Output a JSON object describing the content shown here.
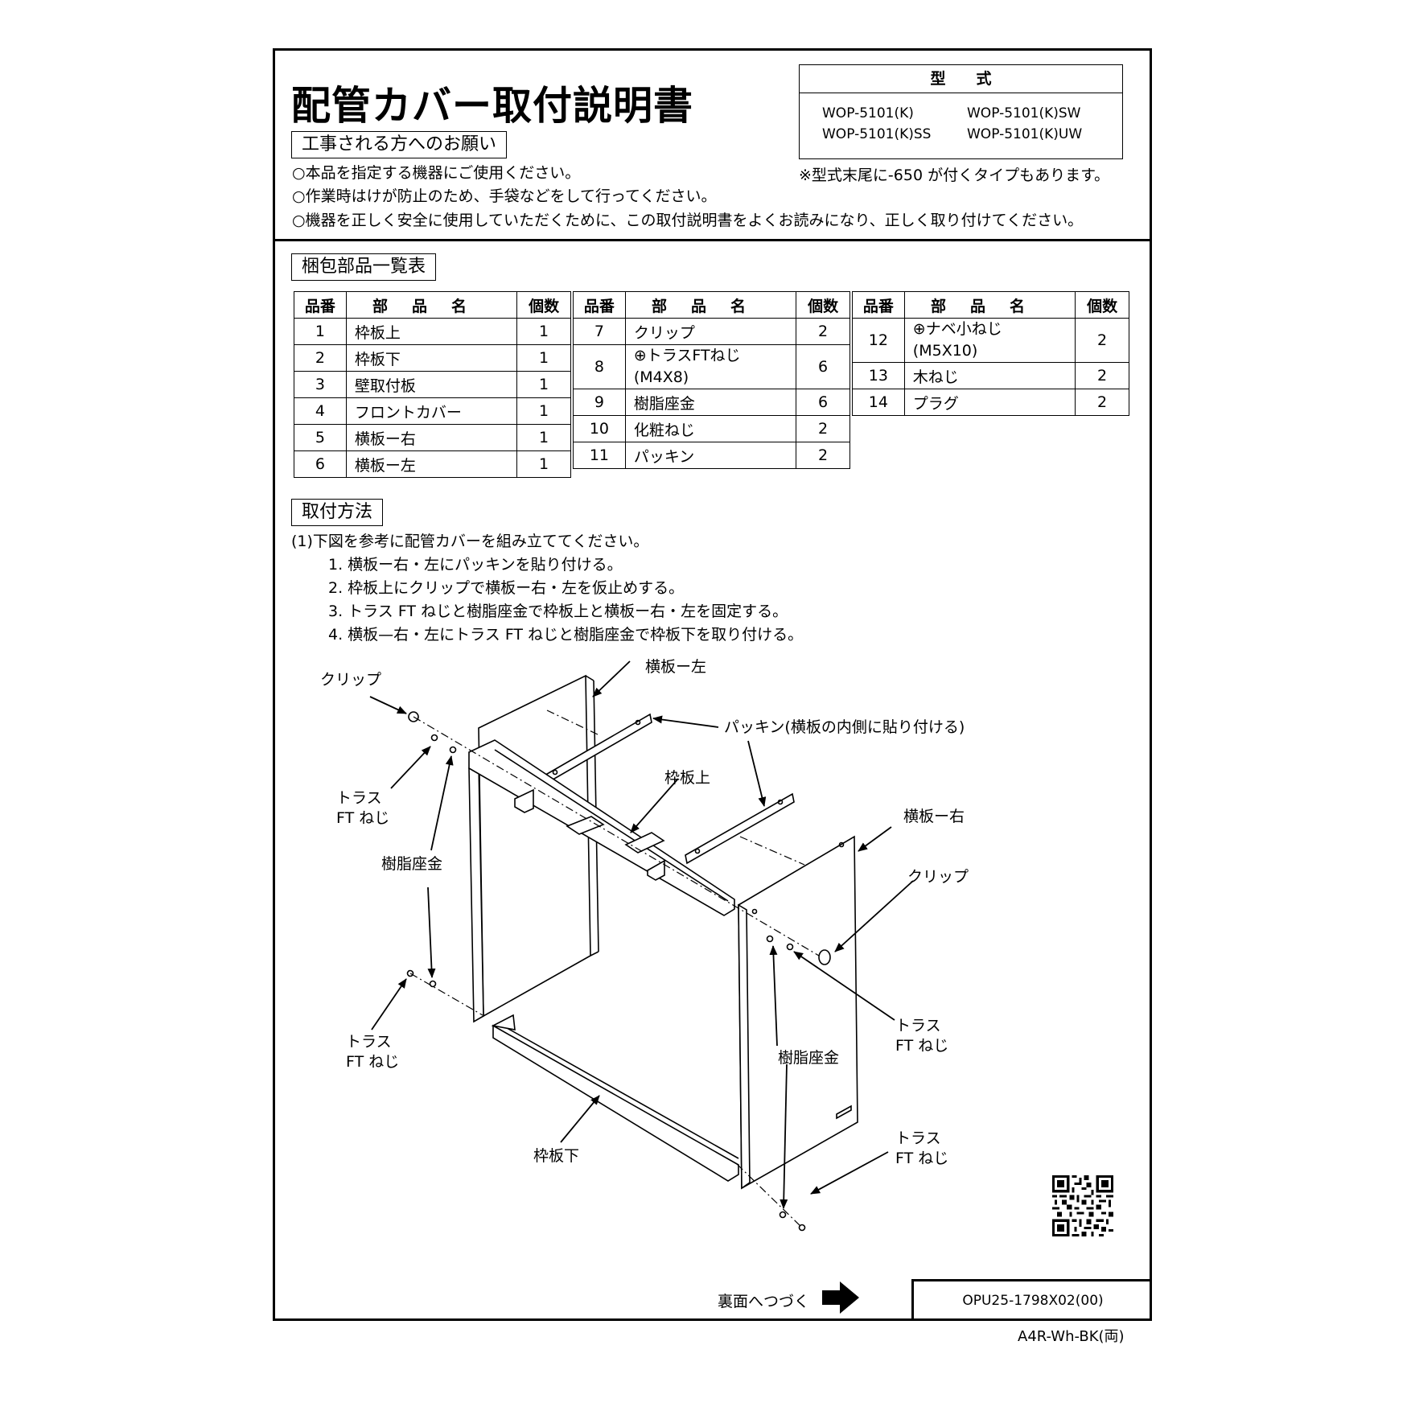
{
  "title": "配管カバー取付説明書",
  "model": {
    "heading": "型式",
    "items": [
      "WOP-5101(K)",
      "WOP-5101(K)SW",
      "WOP-5101(K)SS",
      "WOP-5101(K)UW"
    ],
    "note": "※型式末尾に-650 が付くタイプもあります。"
  },
  "request": {
    "heading": "工事される方へのお願い",
    "items": [
      "○本品を指定する機器にご使用ください。",
      "○作業時はけが防止のため、手袋などをして行ってください。",
      "○機器を正しく安全に使用していただくために、この取付説明書をよくお読みになり、正しく取り付けてください。"
    ]
  },
  "parts": {
    "heading": "梱包部品一覧表",
    "columns": {
      "no": "品番",
      "name": "部品名",
      "qty": "個数"
    },
    "rows": [
      {
        "no": "1",
        "name": "枠板上",
        "qty": "1"
      },
      {
        "no": "2",
        "name": "枠板下",
        "qty": "1"
      },
      {
        "no": "3",
        "name": "壁取付板",
        "qty": "1"
      },
      {
        "no": "4",
        "name": "フロントカバー",
        "qty": "1"
      },
      {
        "no": "5",
        "name": "横板ー右",
        "qty": "1"
      },
      {
        "no": "6",
        "name": "横板ー左",
        "qty": "1"
      },
      {
        "no": "7",
        "name": "クリップ",
        "qty": "2"
      },
      {
        "no": "8",
        "name": "⊕トラスFTねじ",
        "sub": "(M4X8)",
        "qty": "6"
      },
      {
        "no": "9",
        "name": "樹脂座金",
        "qty": "6"
      },
      {
        "no": "10",
        "name": "化粧ねじ",
        "qty": "2"
      },
      {
        "no": "11",
        "name": "パッキン",
        "qty": "2"
      },
      {
        "no": "12",
        "name": "⊕ナベ小ねじ",
        "sub": "(M5X10)",
        "qty": "2"
      },
      {
        "no": "13",
        "name": "木ねじ",
        "qty": "2"
      },
      {
        "no": "14",
        "name": "プラグ",
        "qty": "2"
      }
    ]
  },
  "method": {
    "heading": "取付方法",
    "intro": "(1)下図を参考に配管カバーを組み立ててください。",
    "steps": [
      "1. 横板ー右・左にパッキンを貼り付ける。",
      "2. 枠板上にクリップで横板ー右・左を仮止めする。",
      "3. トラス FT ねじと樹脂座金で枠板上と横板ー右・左を固定する。",
      "4. 横板—右・左にトラス FT ねじと樹脂座金で枠板下を取り付ける。"
    ]
  },
  "diagram_labels": {
    "clip": "クリップ",
    "side_left": "横板ー左",
    "packing": "パッキン(横板の内側に貼り付ける)",
    "frame_top": "枠板上",
    "side_right": "横板ー右",
    "clip_right": "クリップ",
    "truss_a1": "トラス",
    "truss_a2": "FT ねじ",
    "resin_washer": "樹脂座金",
    "truss_b1": "トラス",
    "truss_b2": "FT ねじ",
    "truss_c1": "トラス",
    "truss_c2": "FT ねじ",
    "resin_washer_right": "樹脂座金",
    "truss_d1": "トラス",
    "truss_d2": "FT ねじ",
    "frame_bottom": "枠板下"
  },
  "footer": {
    "continue": "裏面へつづく",
    "code": "OPU25-1798X02(00)",
    "ref": "A4R-Wh-BK(両)"
  }
}
